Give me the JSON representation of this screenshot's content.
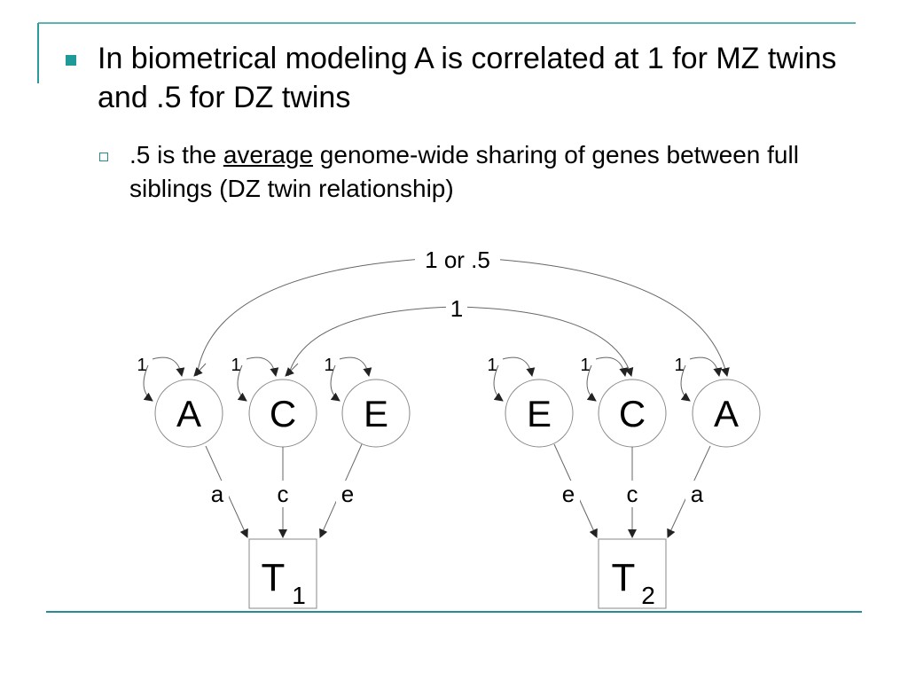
{
  "colors": {
    "accent": "#2a9a9a",
    "rule": "#2a8a9a",
    "bullet_marker": "#1e9a9a",
    "diagram_line": "#666666"
  },
  "bullets": [
    {
      "text": "In biometrical modeling A is correlated at 1 for MZ twins and .5 for DZ twins",
      "sub": {
        "before": ".5 is the ",
        "underlined": "average",
        "after": " genome-wide sharing of genes between full siblings (DZ twin relationship)"
      }
    }
  ],
  "diagram": {
    "correlations": {
      "outer": "1 or .5",
      "inner": "1"
    },
    "variance_label": "1",
    "twin1": {
      "latents": [
        "A",
        "C",
        "E"
      ],
      "paths": [
        "a",
        "c",
        "e"
      ],
      "observed": {
        "base": "T",
        "sub": "1"
      }
    },
    "twin2": {
      "latents": [
        "E",
        "C",
        "A"
      ],
      "paths": [
        "e",
        "c",
        "a"
      ],
      "observed": {
        "base": "T",
        "sub": "2"
      }
    }
  }
}
